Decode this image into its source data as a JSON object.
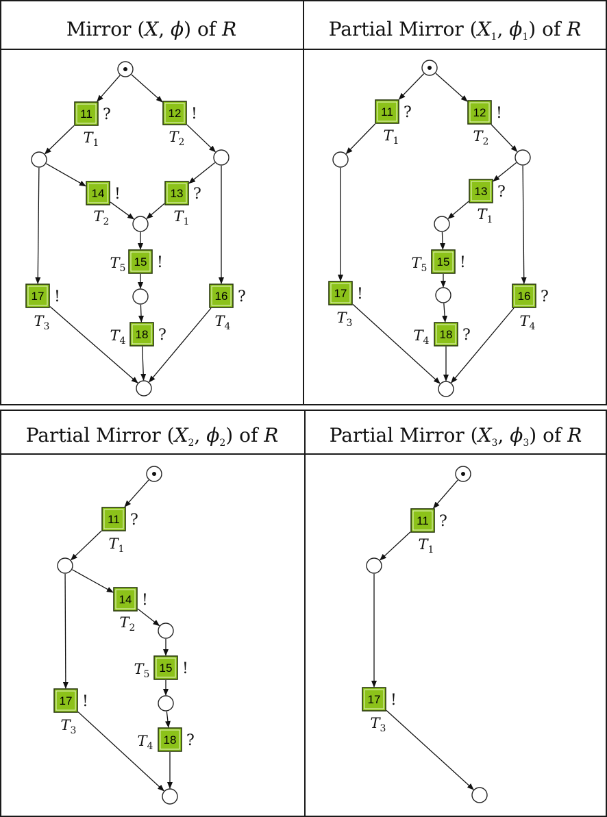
{
  "panels": [
    {
      "title": {
        "prefix": "Mirror (",
        "sym1": "X",
        "comma": ", ",
        "sym2": "ϕ",
        "sub1": "",
        "sub2": "",
        "suffix": ") of ",
        "net": "R"
      },
      "places": [
        {
          "id": "p0",
          "token": true
        },
        {
          "id": "p1"
        },
        {
          "id": "p2"
        },
        {
          "id": "p3"
        },
        {
          "id": "p4"
        },
        {
          "id": "p5"
        }
      ],
      "transitions": [
        {
          "id": "t11",
          "number": "11",
          "mark": "?",
          "label": "T",
          "sub": "1"
        },
        {
          "id": "t12",
          "number": "12",
          "mark": "!",
          "label": "T",
          "sub": "2"
        },
        {
          "id": "t14",
          "number": "14",
          "mark": "!",
          "label": "T",
          "sub": "2"
        },
        {
          "id": "t13",
          "number": "13",
          "mark": "?",
          "label": "T",
          "sub": "1"
        },
        {
          "id": "t15",
          "number": "15",
          "mark": "!",
          "label": "T",
          "sub": "5"
        },
        {
          "id": "t17",
          "number": "17",
          "mark": "!",
          "label": "T",
          "sub": "3"
        },
        {
          "id": "t16",
          "number": "16",
          "mark": "?",
          "label": "T",
          "sub": "4"
        },
        {
          "id": "t18",
          "number": "18",
          "mark": "?",
          "label": "T",
          "sub": "4"
        }
      ]
    },
    {
      "title": {
        "prefix": "Partial Mirror (",
        "sym1": "X",
        "comma": ", ",
        "sym2": "ϕ",
        "sub1": "1",
        "sub2": "1",
        "suffix": ") of ",
        "net": "R"
      },
      "places": [
        {
          "id": "p0",
          "token": true
        },
        {
          "id": "p1"
        },
        {
          "id": "p2"
        },
        {
          "id": "p3"
        },
        {
          "id": "p4"
        },
        {
          "id": "p5"
        }
      ],
      "transitions": [
        {
          "id": "t11",
          "number": "11",
          "mark": "?",
          "label": "T",
          "sub": "1"
        },
        {
          "id": "t12",
          "number": "12",
          "mark": "!",
          "label": "T",
          "sub": "2"
        },
        {
          "id": "t13",
          "number": "13",
          "mark": "?",
          "label": "T",
          "sub": "1"
        },
        {
          "id": "t15",
          "number": "15",
          "mark": "!",
          "label": "T",
          "sub": "5"
        },
        {
          "id": "t17",
          "number": "17",
          "mark": "!",
          "label": "T",
          "sub": "3"
        },
        {
          "id": "t16",
          "number": "16",
          "mark": "?",
          "label": "T",
          "sub": "4"
        },
        {
          "id": "t18",
          "number": "18",
          "mark": "?",
          "label": "T",
          "sub": "4"
        }
      ]
    },
    {
      "title": {
        "prefix": "Partial Mirror (",
        "sym1": "X",
        "comma": ", ",
        "sym2": "ϕ",
        "sub1": "2",
        "sub2": "2",
        "suffix": ") of ",
        "net": "R"
      },
      "places": [
        {
          "id": "p0",
          "token": true
        },
        {
          "id": "p1"
        },
        {
          "id": "p3"
        },
        {
          "id": "p4"
        },
        {
          "id": "p5"
        }
      ],
      "transitions": [
        {
          "id": "t11",
          "number": "11",
          "mark": "?",
          "label": "T",
          "sub": "1"
        },
        {
          "id": "t14",
          "number": "14",
          "mark": "!",
          "label": "T",
          "sub": "2"
        },
        {
          "id": "t15",
          "number": "15",
          "mark": "!",
          "label": "T",
          "sub": "5"
        },
        {
          "id": "t17",
          "number": "17",
          "mark": "!",
          "label": "T",
          "sub": "3"
        },
        {
          "id": "t18",
          "number": "18",
          "mark": "?",
          "label": "T",
          "sub": "4"
        }
      ]
    },
    {
      "title": {
        "prefix": "Partial Mirror (",
        "sym1": "X",
        "comma": ", ",
        "sym2": "ϕ",
        "sub1": "3",
        "sub2": "3",
        "suffix": ") of ",
        "net": "R"
      },
      "places": [
        {
          "id": "p0",
          "token": true
        },
        {
          "id": "p1"
        },
        {
          "id": "p5"
        }
      ],
      "transitions": [
        {
          "id": "t11",
          "number": "11",
          "mark": "?",
          "label": "T",
          "sub": "1"
        },
        {
          "id": "t17",
          "number": "17",
          "mark": "!",
          "label": "T",
          "sub": "3"
        }
      ]
    }
  ]
}
